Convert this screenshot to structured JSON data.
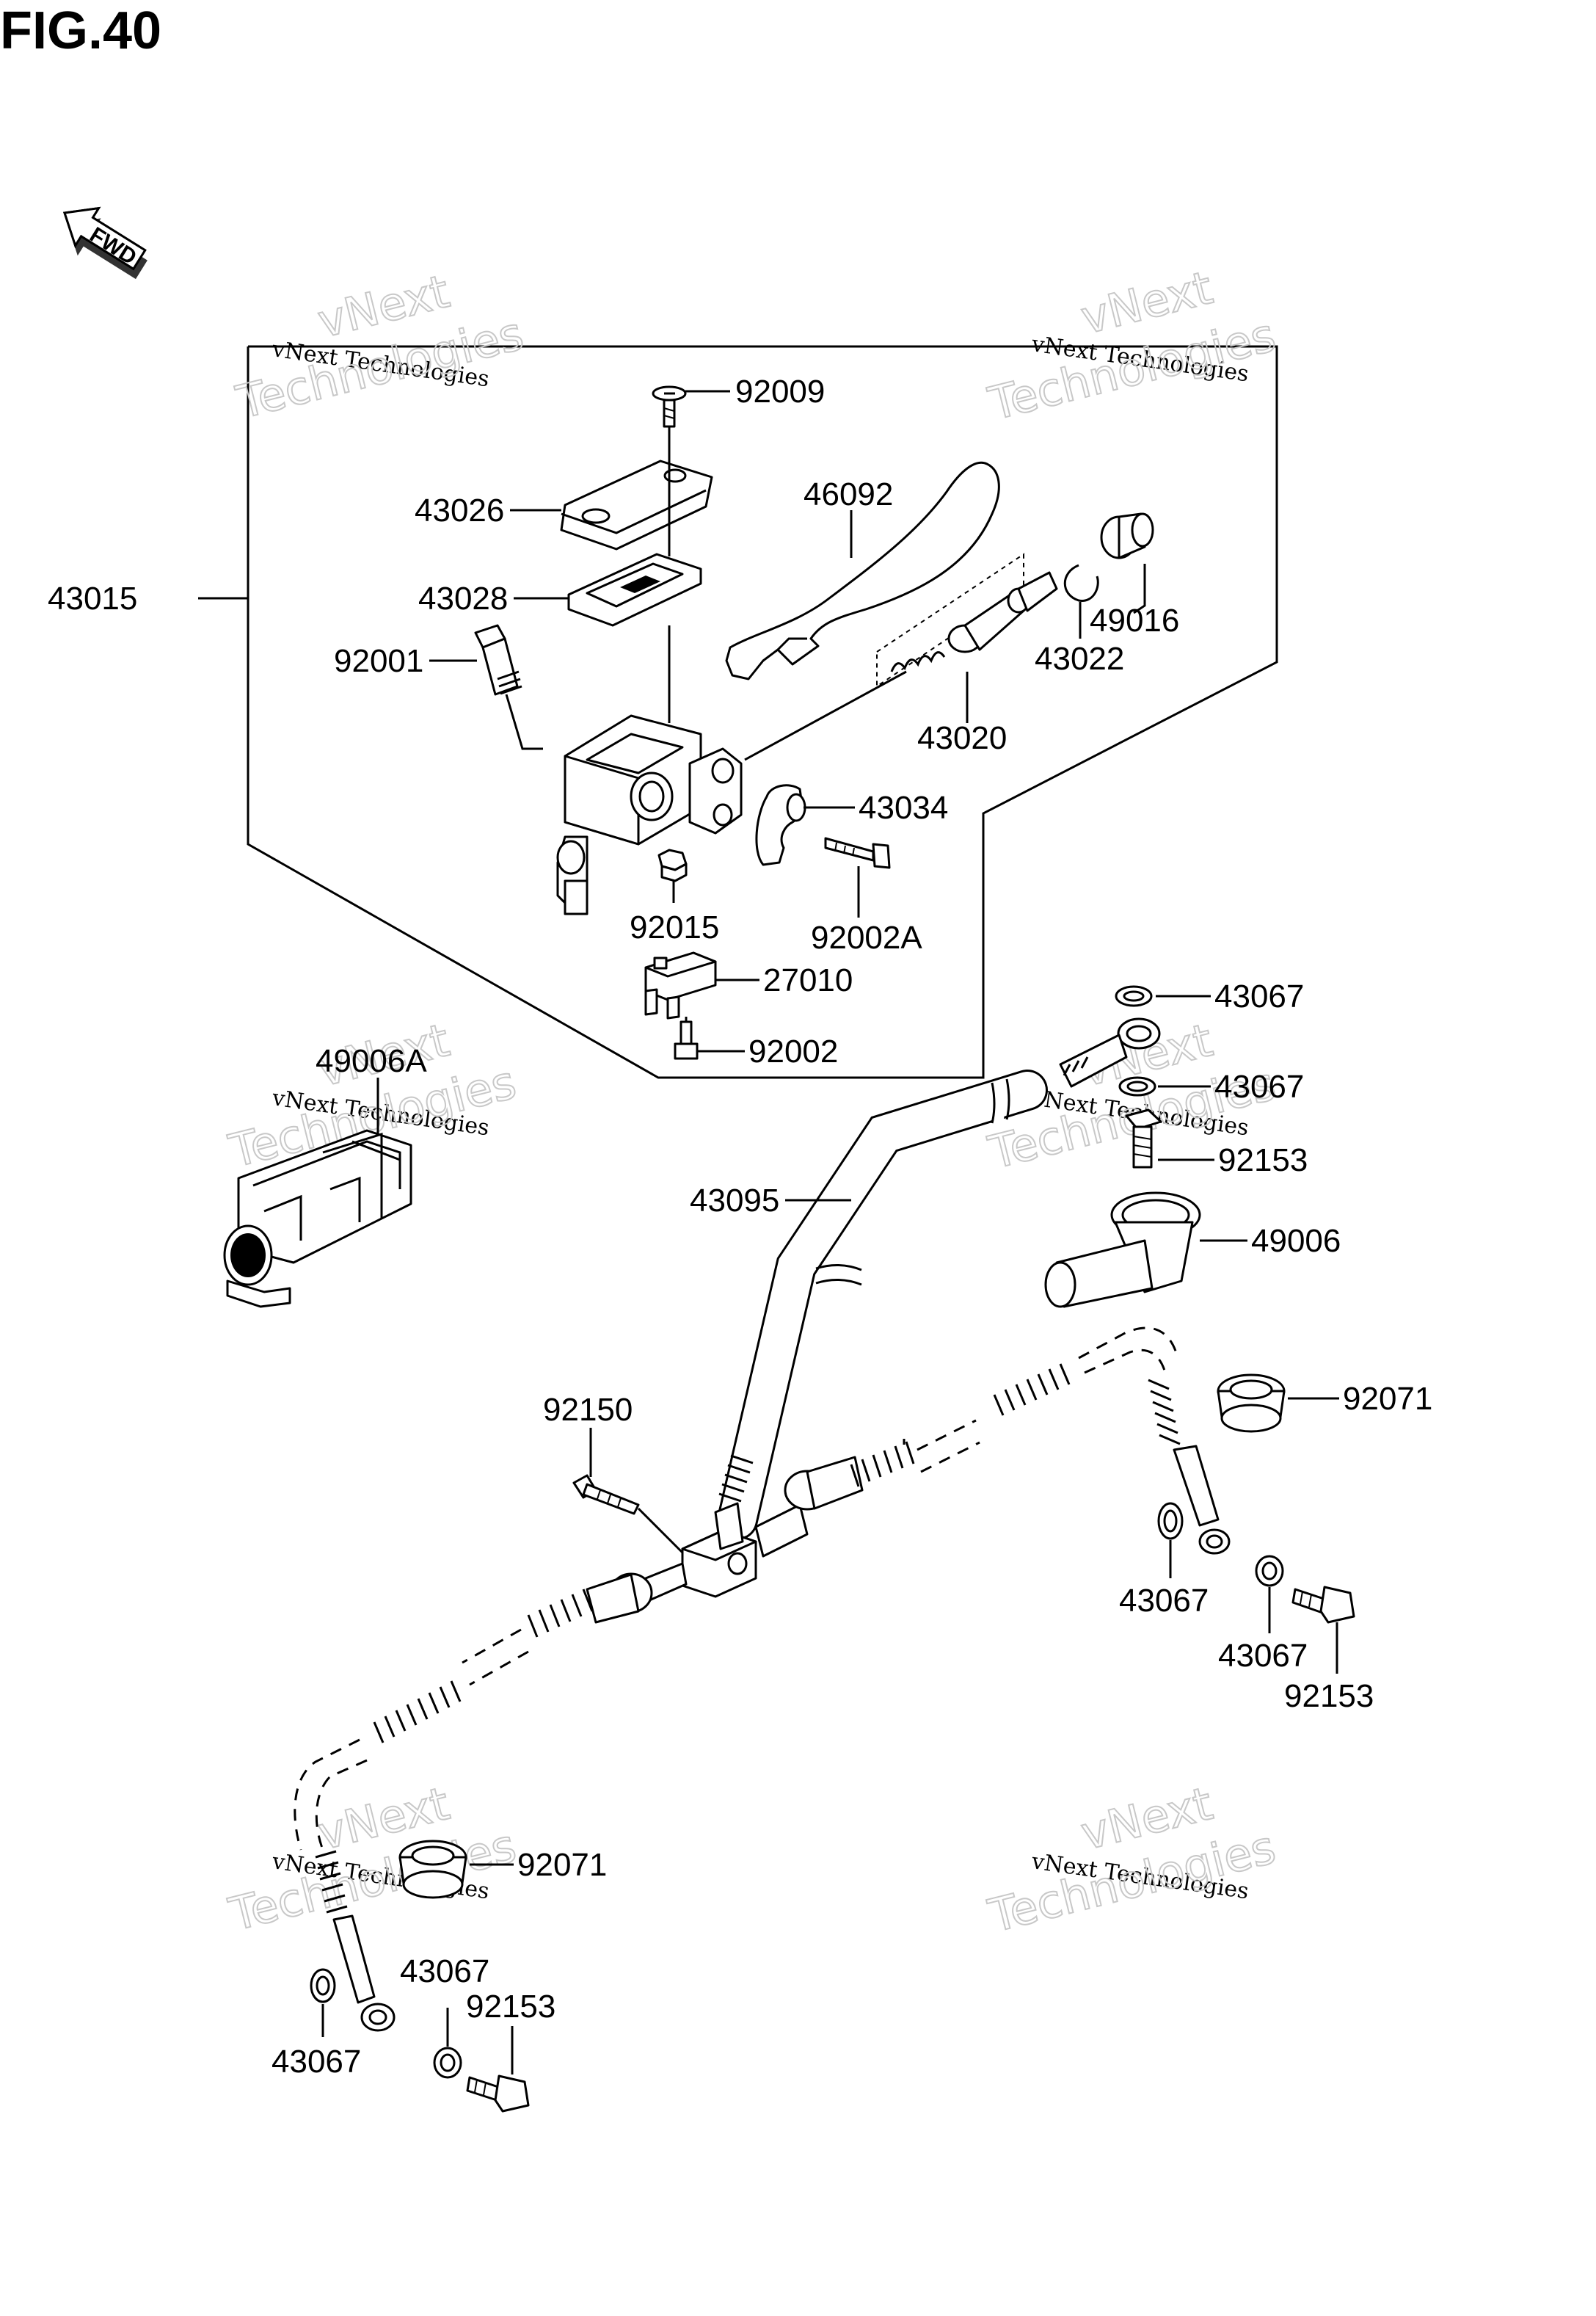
{
  "figure": {
    "title": "FIG.40"
  },
  "fwd_label": "FWD",
  "watermark": {
    "line1": "vNext Technologies",
    "line2a": "vNext",
    "line2b": "Technologies"
  },
  "labels": {
    "p92009": "92009",
    "p43026": "43026",
    "p46092": "46092",
    "p43015": "43015",
    "p43028": "43028",
    "p49016": "49016",
    "p92001": "92001",
    "p43022": "43022",
    "p43020": "43020",
    "p43034": "43034",
    "p92015": "92015",
    "p92002A": "92002A",
    "p27010": "27010",
    "p43067a": "43067",
    "p92002": "92002",
    "p49006A": "49006A",
    "p43067b": "43067",
    "p92153a": "92153",
    "p43095": "43095",
    "p49006": "49006",
    "p92071a": "92071",
    "p92150": "92150",
    "p43067c": "43067",
    "p43067d": "43067",
    "p92153b": "92153",
    "p92071b": "92071",
    "p43067e": "43067",
    "p92153c": "92153",
    "p43067f": "43067"
  }
}
